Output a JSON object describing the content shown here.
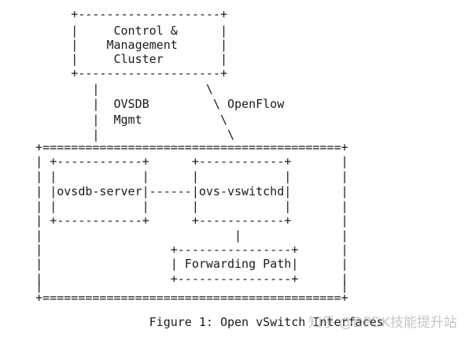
{
  "diagram": {
    "lines": [
      "          +--------------------+",
      "          |     Control &      |",
      "          |    Management      |",
      "          |     Cluster        |",
      "          +--------------------+",
      "             |               \\",
      "             |  OVSDB         \\ OpenFlow",
      "             |  Mgmt           \\",
      "             |                  \\",
      "     +==========================================+",
      "     | +------------+      +------------+       |",
      "     | |            |      |            |       |",
      "     | |ovsdb-server|------|ovs-vswitchd|       |",
      "     | |            |      |            |       |",
      "     | +------------+      +------------+       |",
      "     |                           |              |",
      "     |                  +----------------+      |",
      "     |                  | Forwarding Path|      |",
      "     |                  +----------------+      |",
      "     |                                          |",
      "     +==========================================+",
      "",
      "                     Figure 1: Open vSwitch Interfaces"
    ]
  },
  "watermark": {
    "text": "知乎 @DPDK技能提升站"
  }
}
